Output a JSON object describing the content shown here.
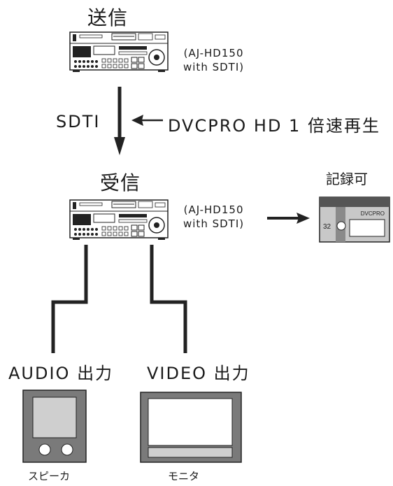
{
  "sender": {
    "title": "送信",
    "model_line1": "(AJ-HD150",
    "model_line2": "with SDTI)"
  },
  "link": {
    "label": "SDTI",
    "mode": "DVCPRO HD 1 倍速再生"
  },
  "receiver": {
    "title": "受信",
    "model_line1": "(AJ-HD150",
    "model_line2": "with SDTI)"
  },
  "recorder": {
    "title": "記録可",
    "tape_brand": "DVCPRO",
    "tape_number": "32"
  },
  "outputs": {
    "audio_label": "AUDIO 出力",
    "video_label": "VIDEO 出力",
    "speaker_label": "スピーカ",
    "monitor_label": "モニタ"
  }
}
